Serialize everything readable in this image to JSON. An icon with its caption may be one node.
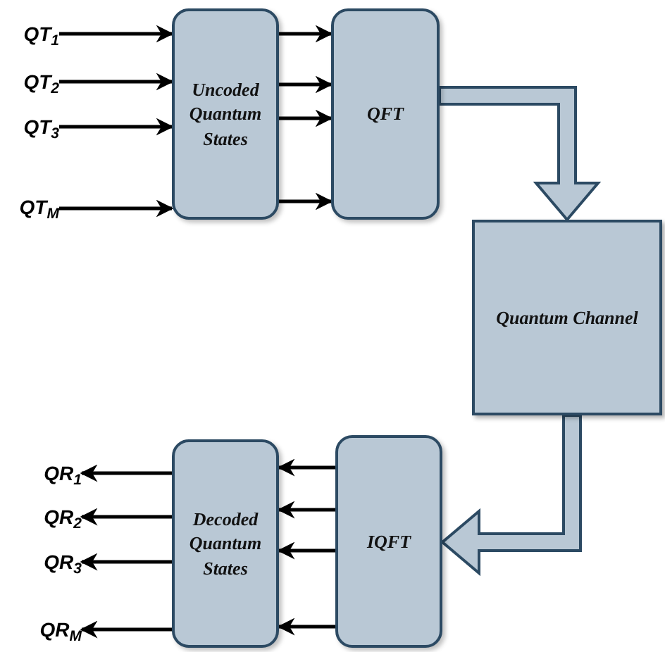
{
  "diagram": {
    "nodes": [
      {
        "text": [
          "QT$_{1}$"
        ]
      },
      {
        "text": [
          "QT$_{2}$"
        ]
      },
      {
        "text": [
          "QT$_{3}$"
        ]
      },
      {
        "text": [
          "QT$_{M}$"
        ]
      },
      {
        "text": [
          "Uncoded Quantum States"
        ]
      },
      {
        "text": [
          "QFT"
        ]
      },
      {
        "text": [
          "Quantum Channel"
        ]
      },
      {
        "text": [
          "QR$_{1}$"
        ]
      },
      {
        "text": [
          "QR$_{2}$"
        ]
      },
      {
        "text": [
          "QR$_{3}$"
        ]
      },
      {
        "text": [
          "QR$_{M}$"
        ]
      },
      {
        "text": [
          "Decoded Quantum States"
        ]
      },
      {
        "text": [
          "IQFT"
        ]
      }
    ],
    "edges": [
      {
        "from": 0,
        "to": 4,
        "arrow": "to"
      },
      {
        "from": 1,
        "to": 4,
        "arrow": "to"
      },
      {
        "from": 2,
        "to": 4,
        "arrow": "to"
      },
      {
        "from": 3,
        "to": 4,
        "arrow": "to"
      },
      {
        "from": 4,
        "to": 5,
        "arrow": "to"
      },
      {
        "from": 4,
        "to": 5,
        "arrow": "to"
      },
      {
        "from": 4,
        "to": 5,
        "arrow": "to"
      },
      {
        "from": 4,
        "to": 5,
        "arrow": "to"
      },
      {
        "from": 5,
        "to": 6,
        "arrow": "to",
        "style": "thick"
      },
      {
        "from": 6,
        "to": 12,
        "arrow": "to",
        "style": "thick"
      },
      {
        "from": 12,
        "to": 11,
        "arrow": "to"
      },
      {
        "from": 12,
        "to": 11,
        "arrow": "to"
      },
      {
        "from": 12,
        "to": 11,
        "arrow": "to"
      },
      {
        "from": 12,
        "to": 11,
        "arrow": "to"
      },
      {
        "from": 11,
        "to": 7,
        "arrow": "to"
      },
      {
        "from": 11,
        "to": 8,
        "arrow": "to"
      },
      {
        "from": 11,
        "to": 9,
        "arrow": "to"
      },
      {
        "from": 11,
        "to": 10,
        "arrow": "to"
      }
    ]
  }
}
